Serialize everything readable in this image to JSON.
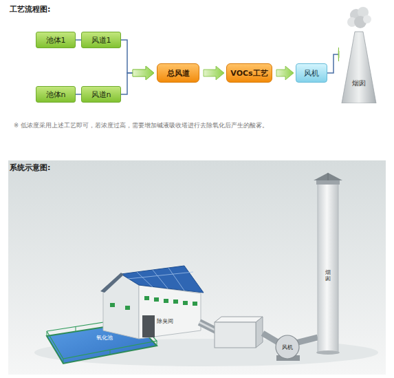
{
  "diagram": {
    "title": "工艺流程图:",
    "nodes": [
      {
        "text": [
          "池体1"
        ]
      },
      {
        "text": [
          "风道1"
        ]
      },
      {
        "text": [
          "池体n"
        ]
      },
      {
        "text": [
          "风道n"
        ]
      },
      {
        "text": [
          "总风道"
        ]
      },
      {
        "text": [
          "VOCs工艺"
        ]
      },
      {
        "text": [
          "风机"
        ]
      },
      {
        "text": [
          "烟囱"
        ]
      }
    ],
    "edges": [
      {
        "from": 0,
        "to": 1,
        "arrow": "none"
      },
      {
        "from": 2,
        "to": 3,
        "arrow": "none"
      },
      {
        "from": 1,
        "to": 4,
        "arrow": "to"
      },
      {
        "from": 3,
        "to": 4,
        "arrow": "to"
      },
      {
        "from": 4,
        "to": 5,
        "arrow": "to"
      },
      {
        "from": 5,
        "to": 6,
        "arrow": "to"
      },
      {
        "from": 6,
        "to": 7,
        "arrow": "to"
      }
    ],
    "labels": [
      "※ 低浓度采用上述工艺即可，若浓度过高，需要增加碱液吸收塔进行去除氧化后产生的酸雾。",
      "系统示意图:",
      "除臭间",
      "氧化池",
      "烟囱",
      "风机"
    ]
  }
}
